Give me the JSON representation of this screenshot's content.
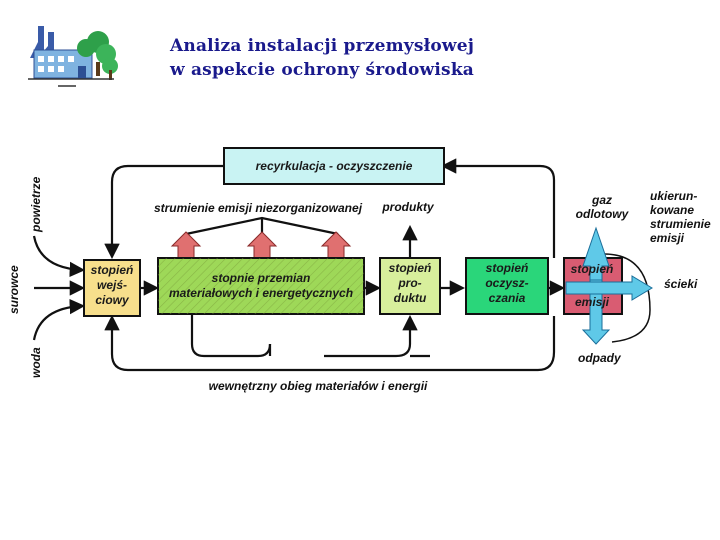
{
  "header": {
    "title_line1": "Analiza instalacji przemysłowej",
    "title_line2": "w aspekcie ochrony środowiska"
  },
  "logo": {
    "icon": "factory-icon"
  },
  "diagram": {
    "recycle_box": "recyrkulacja - oczyszczenie",
    "fugitive_label": "strumienie emisji niezorganizowanej",
    "products_label": "produkty",
    "input_box": [
      "stopień",
      "wejś-",
      "ciowy"
    ],
    "conversion_box": [
      "stopnie przemian",
      "materiałowych i energetycznych"
    ],
    "product_box": [
      "stopień",
      "pro-",
      "duktu"
    ],
    "cleaning_box": [
      "stopień",
      "oczysz-",
      "czania"
    ],
    "emission_box": [
      "stopień",
      "emisji"
    ],
    "left_inputs": [
      "powietrze",
      "surowce",
      "woda"
    ],
    "exhaust_gas": [
      "gaz",
      "odlotowy"
    ],
    "directed_streams": [
      "ukierun-",
      "kowane",
      "strumienie",
      "emisji"
    ],
    "wastewater": "ścieki",
    "waste": "odpady",
    "internal_loop": "wewnętrzny obieg materiałów i energii",
    "colors": {
      "recycle": "#c9f3f3",
      "input": "#f7df8c",
      "conversion": "#9ed858",
      "product": "#d8ef9c",
      "cleaning": "#2ad67a",
      "emission": "#d95c72",
      "arrow_blue": "#5fc9e8",
      "arrow_red": "#e07070"
    }
  }
}
